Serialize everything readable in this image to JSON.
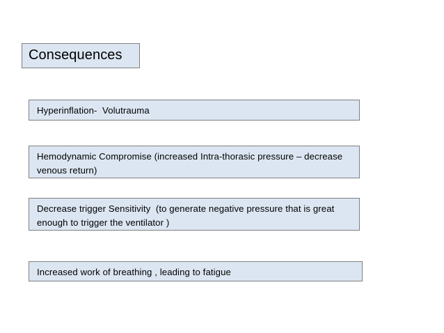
{
  "slide": {
    "background_color": "#ffffff",
    "box_fill_color": "#dce6f2",
    "box_border_color": "#7f7f7f",
    "text_color": "#000000",
    "title": "Consequences",
    "items": [
      {
        "text": "Hyperinflation-  Volutrauma"
      },
      {
        "text": "Hemodynamic Compromise (increased Intra-thorasic pressure – decrease venous return)"
      },
      {
        "text": "Decrease trigger Sensitivity  (to generate negative pressure that is great enough to trigger the ventilator )"
      },
      {
        "text": "Increased work of breathing , leading to fatigue"
      }
    ]
  }
}
